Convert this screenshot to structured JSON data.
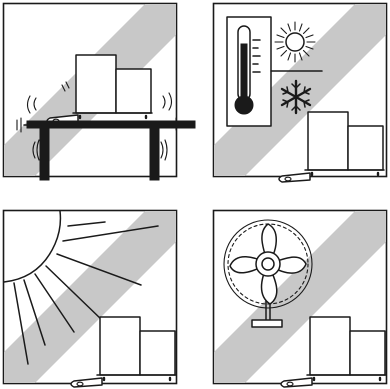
{
  "figure": {
    "panels": [
      {
        "id": "vibration",
        "icon": "vibrating-table-icon",
        "struck_through": true
      },
      {
        "id": "temperature",
        "icon": "thermometer-sun-snowflake-icon",
        "struck_through": true
      },
      {
        "id": "sunlight",
        "icon": "direct-sunlight-icon",
        "struck_through": true
      },
      {
        "id": "draft",
        "icon": "electric-fan-icon",
        "struck_through": true
      }
    ],
    "colors": {
      "ink": "#1a1a1a",
      "stripe": "#c8c8c8",
      "background": "#ffffff"
    }
  }
}
